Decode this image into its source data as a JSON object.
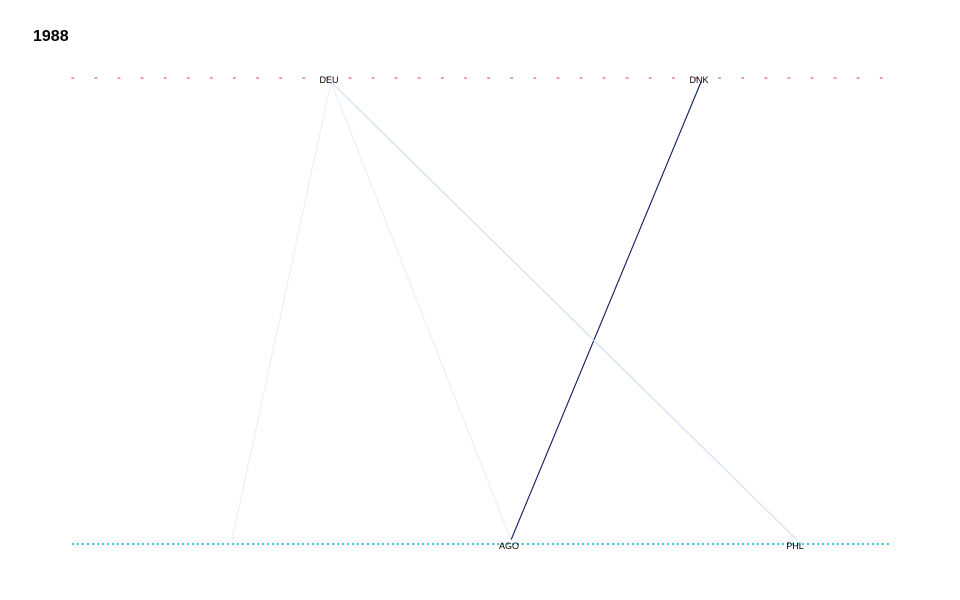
{
  "title": "1988",
  "colors": {
    "top_axis": "#f07a7a",
    "bottom_axis": "#00bcd4",
    "strong_link": "#0d1b5c",
    "weak_link": "#cfe0f3",
    "faint_link": "#e6eef8"
  },
  "chart_data": {
    "type": "bipartite-network",
    "top_nodes": [
      "DEU",
      "DNK"
    ],
    "bottom_nodes": [
      "AGO",
      "PHL"
    ],
    "links": [
      {
        "from": "DNK",
        "to": "AGO",
        "strength": "strong"
      },
      {
        "from": "DEU",
        "to": "PHL",
        "strength": "weak"
      },
      {
        "from": "DEU",
        "to": "AGO",
        "strength": "faint"
      },
      {
        "from": "DEU",
        "to": "",
        "strength": "faint"
      }
    ]
  }
}
